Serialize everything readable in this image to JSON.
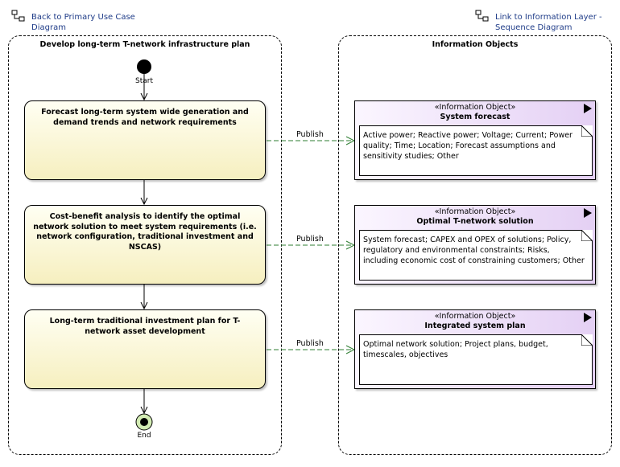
{
  "links": {
    "back": "Back to Primary Use Case Diagram",
    "back_line1": "Back to Primary Use Case",
    "back_line2": "Diagram",
    "info": "Link to Information Layer - Sequence Diagram",
    "info_line1": "Link to Information Layer -",
    "info_line2": "Sequence Diagram"
  },
  "partitions": {
    "left_title": "Develop long-term T-network infrastructure plan",
    "right_title": "Information Objects"
  },
  "start_label": "Start",
  "end_label": "End",
  "actions": [
    {
      "text": "Forecast long-term system wide generation and demand trends and network requirements"
    },
    {
      "text": "Cost-benefit analysis to identify the optimal network solution to meet system requirements (i.e. network configuration, traditional investment and NSCAS)"
    },
    {
      "text": "Long-term traditional investment plan for T-network asset development"
    }
  ],
  "flow_label": "Publish",
  "objects": [
    {
      "stereotype": "«Information Object»",
      "name": "System forecast",
      "note": "Active power; Reactive power; Voltage; Current; Power quality; Time; Location; Forecast assumptions and sensitivity studies; Other"
    },
    {
      "stereotype": "«Information Object»",
      "name": "Optimal T-network solution",
      "note": "System forecast; CAPEX and OPEX of solutions; Policy, regulatory and environmental constraints; Risks, including economic cost of constraining customers; Other"
    },
    {
      "stereotype": "«Information Object»",
      "name": "Integrated system plan",
      "note": "Optimal network solution; Project plans, budget, timescales, objectives"
    }
  ],
  "colors": {
    "action_fill": "#f6efbf",
    "object_fill": "#e4d0f4",
    "end_fill": "#d3ecb4",
    "link_text": "#1f3c88",
    "publish_arrow": "#2e7d32"
  },
  "icons": {
    "link": "hyperlink-diagram-icon",
    "object_marker": "triangle-marker-icon"
  }
}
